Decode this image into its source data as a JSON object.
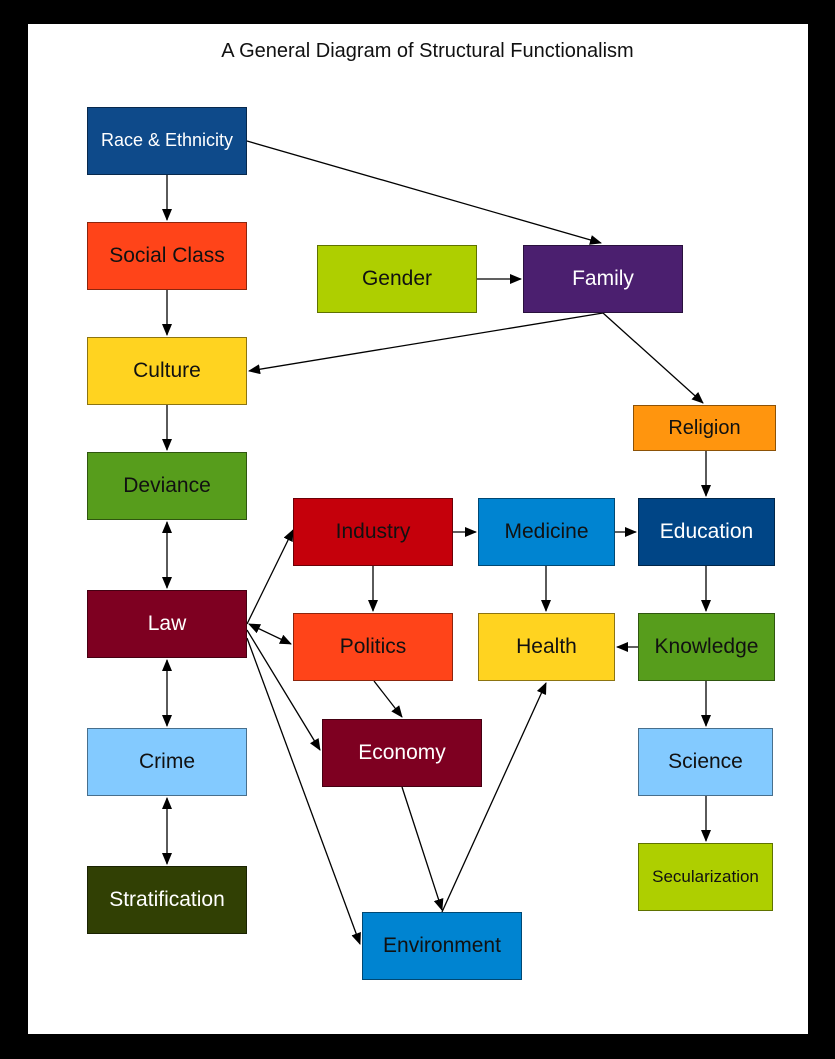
{
  "title": "A General Diagram of Structural Functionalism",
  "nodes": {
    "race_ethnicity": {
      "label": "Race & Ethnicity",
      "fill": "#0e4a8a",
      "text": "#ffffff"
    },
    "social_class": {
      "label": "Social Class",
      "fill": "#ff4419",
      "text": "#111111"
    },
    "culture": {
      "label": "Culture",
      "fill": "#ffd320",
      "text": "#111111"
    },
    "deviance": {
      "label": "Deviance",
      "fill": "#579d1c",
      "text": "#111111"
    },
    "law": {
      "label": "Law",
      "fill": "#7e0021",
      "text": "#ffffff"
    },
    "crime": {
      "label": "Crime",
      "fill": "#83caff",
      "text": "#111111"
    },
    "stratification": {
      "label": "Stratification",
      "fill": "#314004",
      "text": "#ffffff"
    },
    "gender": {
      "label": "Gender",
      "fill": "#aecf00",
      "text": "#111111"
    },
    "family": {
      "label": "Family",
      "fill": "#4b1f6f",
      "text": "#ffffff"
    },
    "religion": {
      "label": "Religion",
      "fill": "#ff950e",
      "text": "#111111"
    },
    "industry": {
      "label": "Industry",
      "fill": "#c5000b",
      "text": "#111111"
    },
    "medicine": {
      "label": "Medicine",
      "fill": "#0084d1",
      "text": "#111111"
    },
    "education": {
      "label": "Education",
      "fill": "#004586",
      "text": "#ffffff"
    },
    "politics": {
      "label": "Politics",
      "fill": "#ff4419",
      "text": "#111111"
    },
    "health": {
      "label": "Health",
      "fill": "#ffd320",
      "text": "#111111"
    },
    "knowledge": {
      "label": "Knowledge",
      "fill": "#579d1c",
      "text": "#111111"
    },
    "economy": {
      "label": "Economy",
      "fill": "#7e0021",
      "text": "#ffffff"
    },
    "science": {
      "label": "Science",
      "fill": "#83caff",
      "text": "#111111"
    },
    "secularization": {
      "label": "Secularization",
      "fill": "#aecf00",
      "text": "#111111"
    },
    "environment": {
      "label": "Environment",
      "fill": "#0084d1",
      "text": "#111111"
    }
  },
  "edges": [
    {
      "from": "race_ethnicity",
      "to": "social_class",
      "arrow": "end"
    },
    {
      "from": "race_ethnicity",
      "to": "family",
      "arrow": "end"
    },
    {
      "from": "social_class",
      "to": "culture",
      "arrow": "end"
    },
    {
      "from": "gender",
      "to": "family",
      "arrow": "end"
    },
    {
      "from": "family",
      "to": "culture",
      "arrow": "end"
    },
    {
      "from": "family",
      "to": "religion",
      "arrow": "end"
    },
    {
      "from": "culture",
      "to": "deviance",
      "arrow": "end"
    },
    {
      "from": "religion",
      "to": "education",
      "arrow": "end"
    },
    {
      "from": "deviance",
      "to": "law",
      "arrow": "both"
    },
    {
      "from": "law",
      "to": "crime",
      "arrow": "both"
    },
    {
      "from": "crime",
      "to": "stratification",
      "arrow": "both"
    },
    {
      "from": "law",
      "to": "industry",
      "arrow": "end"
    },
    {
      "from": "law",
      "to": "politics",
      "arrow": "both"
    },
    {
      "from": "law",
      "to": "economy",
      "arrow": "end"
    },
    {
      "from": "law",
      "to": "environment",
      "arrow": "end"
    },
    {
      "from": "industry",
      "to": "medicine",
      "arrow": "end"
    },
    {
      "from": "industry",
      "to": "politics",
      "arrow": "end"
    },
    {
      "from": "medicine",
      "to": "education",
      "arrow": "end"
    },
    {
      "from": "medicine",
      "to": "health",
      "arrow": "end"
    },
    {
      "from": "education",
      "to": "knowledge",
      "arrow": "end"
    },
    {
      "from": "knowledge",
      "to": "health",
      "arrow": "end"
    },
    {
      "from": "knowledge",
      "to": "science",
      "arrow": "end"
    },
    {
      "from": "science",
      "to": "secularization",
      "arrow": "end"
    },
    {
      "from": "politics",
      "to": "economy",
      "arrow": "end"
    },
    {
      "from": "economy",
      "to": "environment",
      "arrow": "end"
    },
    {
      "from": "environment",
      "to": "health",
      "arrow": "end"
    }
  ]
}
